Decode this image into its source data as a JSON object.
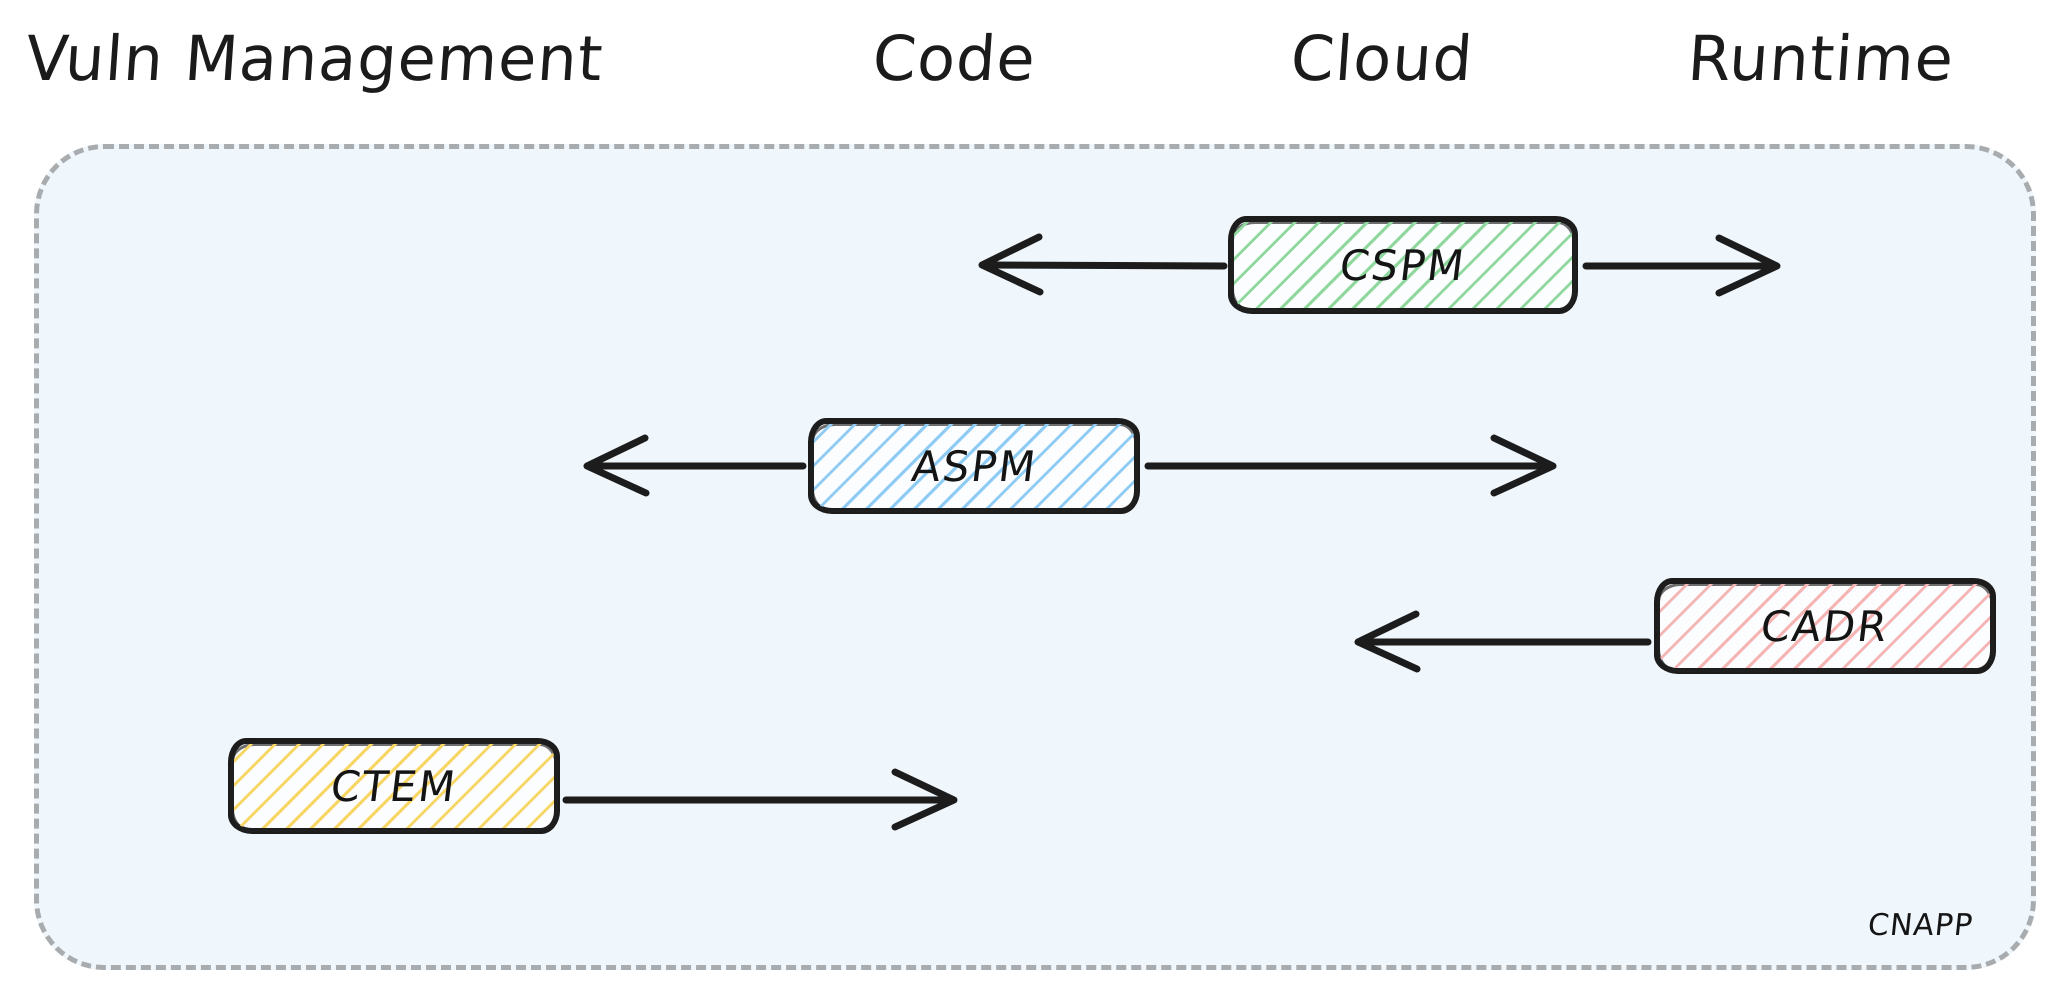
{
  "diagram": {
    "title_row": {
      "columns": [
        {
          "id": "vuln-management",
          "label": "Vuln Management"
        },
        {
          "id": "code",
          "label": "Code"
        },
        {
          "id": "cloud",
          "label": "Cloud"
        },
        {
          "id": "runtime",
          "label": "Runtime"
        }
      ]
    },
    "container": {
      "label": "CNAPP",
      "fill_color": "#eff6fc",
      "border_color": "#a8acae",
      "border_style": "dashed"
    },
    "nodes": [
      {
        "id": "cspm",
        "label": "CSPM",
        "hatch_color": "#8fd99f",
        "hatch_name": "green",
        "column": "Cloud"
      },
      {
        "id": "aspm",
        "label": "ASPM",
        "hatch_color": "#8ecbf5",
        "hatch_name": "blue",
        "column": "Code"
      },
      {
        "id": "cadr",
        "label": "CADR",
        "hatch_color": "#f6b5b5",
        "hatch_name": "red",
        "column": "Runtime"
      },
      {
        "id": "ctem",
        "label": "CTEM",
        "hatch_color": "#f7d665",
        "hatch_name": "yellow",
        "column": "Vuln Management"
      }
    ],
    "arrows": [
      {
        "id": "cspm-left",
        "from": "cspm",
        "direction": "left",
        "label": ""
      },
      {
        "id": "cspm-right",
        "from": "cspm",
        "direction": "right",
        "label": ""
      },
      {
        "id": "aspm-left",
        "from": "aspm",
        "direction": "left",
        "label": ""
      },
      {
        "id": "aspm-right",
        "from": "aspm",
        "direction": "right",
        "label": ""
      },
      {
        "id": "cadr-left",
        "from": "cadr",
        "direction": "left",
        "label": ""
      },
      {
        "id": "ctem-right",
        "from": "ctem",
        "direction": "right",
        "label": ""
      }
    ],
    "colors": {
      "stroke": "#1c1c1c",
      "background": "#ffffff"
    }
  }
}
